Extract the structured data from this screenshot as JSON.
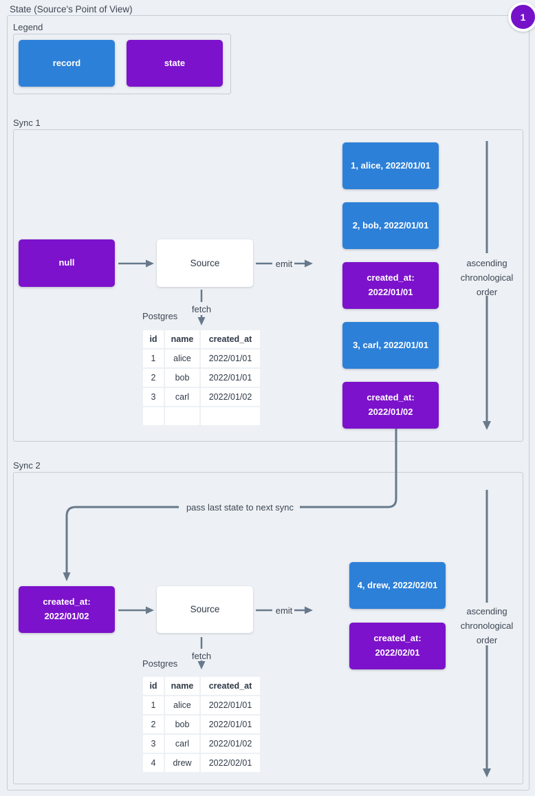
{
  "colors": {
    "record": "#2d80d8",
    "state": "#7c12cb",
    "arrow": "#67798b",
    "badge": "#7512c9",
    "text": "#3d4754"
  },
  "page": {
    "title": "State (Source's Point of View)",
    "badge_number": "1"
  },
  "legend": {
    "label": "Legend",
    "items": [
      {
        "type": "record",
        "label": "record"
      },
      {
        "type": "state",
        "label": "state"
      }
    ]
  },
  "sync1": {
    "label": "Sync 1",
    "input_state": {
      "type": "state",
      "lines": [
        "null"
      ]
    },
    "source_label": "Source",
    "emit_label": "emit",
    "fetch_label": "fetch",
    "database_label": "Postgres",
    "table": {
      "headers": [
        "id",
        "name",
        "created_at"
      ],
      "rows": [
        [
          "1",
          "alice",
          "2022/01/01"
        ],
        [
          "2",
          "bob",
          "2022/01/01"
        ],
        [
          "3",
          "carl",
          "2022/01/02"
        ],
        [
          "",
          "",
          ""
        ]
      ]
    },
    "stream": [
      {
        "type": "record",
        "lines": [
          "1, alice, 2022/01/01"
        ]
      },
      {
        "type": "record",
        "lines": [
          "2, bob, 2022/01/01"
        ]
      },
      {
        "type": "state",
        "lines": [
          "created_at:",
          "2022/01/01"
        ]
      },
      {
        "type": "record",
        "lines": [
          "3, carl, 2022/01/01"
        ]
      },
      {
        "type": "state",
        "lines": [
          "created_at:",
          "2022/01/02"
        ]
      }
    ],
    "order_note": [
      "ascending",
      "chronological",
      "order"
    ]
  },
  "connector": {
    "label": "pass last state to next sync"
  },
  "sync2": {
    "label": "Sync 2",
    "input_state": {
      "type": "state",
      "lines": [
        "created_at:",
        "2022/01/02"
      ]
    },
    "source_label": "Source",
    "emit_label": "emit",
    "fetch_label": "fetch",
    "database_label": "Postgres",
    "table": {
      "headers": [
        "id",
        "name",
        "created_at"
      ],
      "rows": [
        [
          "1",
          "alice",
          "2022/01/01"
        ],
        [
          "2",
          "bob",
          "2022/01/01"
        ],
        [
          "3",
          "carl",
          "2022/01/02"
        ],
        [
          "4",
          "drew",
          "2022/02/01"
        ]
      ]
    },
    "stream": [
      {
        "type": "record",
        "lines": [
          "4, drew, 2022/02/01"
        ]
      },
      {
        "type": "state",
        "lines": [
          "created_at:",
          "2022/02/01"
        ]
      }
    ],
    "order_note": [
      "ascending",
      "chronological",
      "order"
    ]
  }
}
